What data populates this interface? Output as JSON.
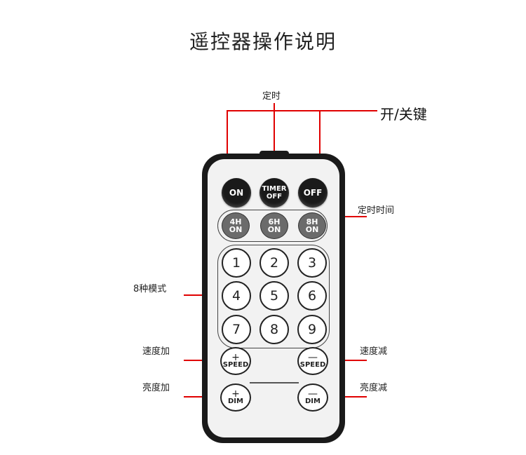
{
  "title": "遥控器操作说明",
  "labels": {
    "timer": "定时",
    "power": "开/关键",
    "timed": "定时时间",
    "modes": "8种模式",
    "speed_up": "速度加",
    "speed_down": "速度减",
    "bright_up": "亮度加",
    "bright_down": "亮度减"
  },
  "buttons": {
    "on": "ON",
    "timer_line1": "TIMER",
    "timer_line2": "OFF",
    "off": "OFF",
    "h4_line1": "4H",
    "h6_line1": "6H",
    "h8_line1": "8H",
    "h_line2": "ON",
    "nums": [
      "1",
      "2",
      "3",
      "4",
      "5",
      "6",
      "7",
      "8",
      "9"
    ],
    "plus": "+",
    "minus": "—",
    "speed": "SPEED",
    "dim": "DIM"
  },
  "colors": {
    "callout": "#e00000",
    "body": "#1a1a1a"
  }
}
